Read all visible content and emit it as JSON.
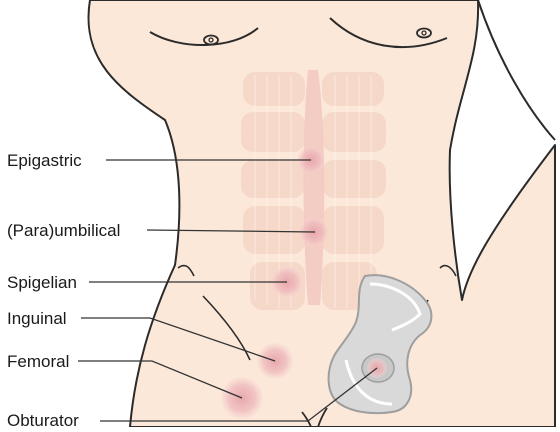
{
  "labels": {
    "epigastric": "Epigastric",
    "paraumbilical": "(Para)umbilical",
    "spigelian": "Spigelian",
    "inguinal": "Inguinal",
    "femoral": "Femoral",
    "obturator": "Obturator"
  },
  "colors": {
    "skin": "#fce8d9",
    "skin_outline": "#2b2b2b",
    "muscle_stripe": "#f4d3c4",
    "linea_alba": "#f2c9c0",
    "hernia_bulge": "#eab2b6",
    "pelvis_fill": "#d9d9d9",
    "pelvis_outline": "#9e9e9e",
    "leader_line": "#333333",
    "label_text": "#1a1a1a"
  }
}
